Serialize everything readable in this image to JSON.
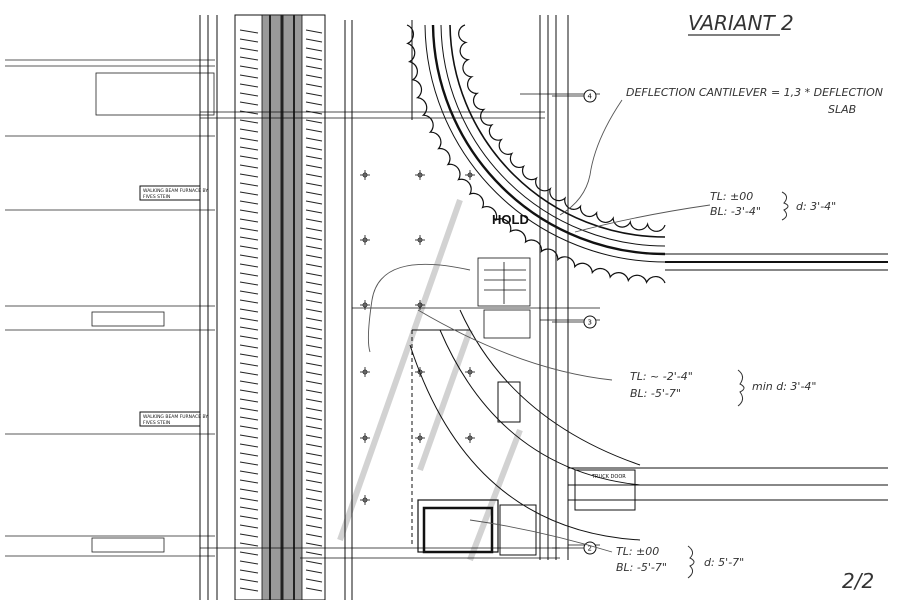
{
  "sheet": {
    "variant_title": "VARIANT 2",
    "page_number": "2/2",
    "hold_label": "HOLD",
    "truck_door_label": "TRUCK DOOR"
  },
  "notes": {
    "deflection_line1": "DEFLECTION CANTILEVER = 1,3 * DEFLECTION",
    "deflection_line2": "SLAB",
    "note_a_tl": "TL: ±00",
    "note_a_bl": "BL: -3'-4\"",
    "note_a_result": "d: 3'-4\"",
    "note_b_tl": "TL: ~ -2'-4\"",
    "note_b_bl": "BL: -5'-7\"",
    "note_b_result": "min d: 3'-4\"",
    "note_c_tl": "TL: ±00",
    "note_c_bl": "BL: -5'-7\"",
    "note_c_result": "d: 5'-7\""
  },
  "plan_labels": {
    "beam_box_1_line1": "WALKING BEAM FURNACE BY",
    "beam_box_1_line2": "FIVES STEIN",
    "beam_box_2_line1": "WALKING BEAM FURNACE BY",
    "beam_box_2_line2": "FIVES STEIN",
    "gridline_4": "4",
    "gridline_3": "3",
    "gridline_2": "2"
  },
  "colors": {
    "ink": "#111111",
    "pencil": "#555555",
    "hatch": "#cfcfcf"
  }
}
